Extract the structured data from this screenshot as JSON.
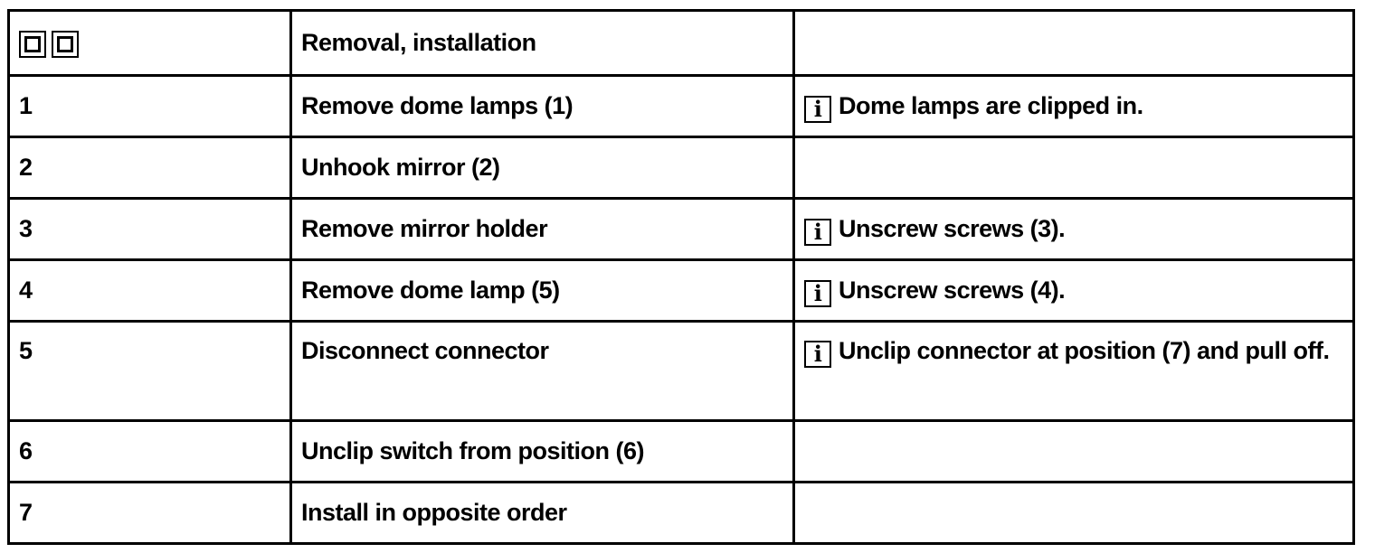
{
  "header": {
    "icons": [
      "remove-icon",
      "install-icon"
    ],
    "title": "Removal, installation",
    "note": ""
  },
  "rows": [
    {
      "step": "1",
      "action": "Remove dome lamps (1)",
      "note": "Dome lamps are clipped in.",
      "note_icon": "info-icon"
    },
    {
      "step": "2",
      "action": "Unhook mirror (2)",
      "note": ""
    },
    {
      "step": "3",
      "action": "Remove mirror holder",
      "note": "Unscrew screws (3).",
      "note_icon": "info-icon"
    },
    {
      "step": "4",
      "action": "Remove dome lamp (5)",
      "note": "Unscrew screws (4).",
      "note_icon": "info-icon"
    },
    {
      "step": "5",
      "action": "Disconnect connector",
      "note": "Unclip connector at position (7) and pull off.",
      "note_icon": "info-icon"
    },
    {
      "step": "6",
      "action": "Unclip switch from position (6)",
      "note": ""
    },
    {
      "step": "7",
      "action": "Install in opposite order",
      "note": ""
    }
  ],
  "info_glyph": "i"
}
